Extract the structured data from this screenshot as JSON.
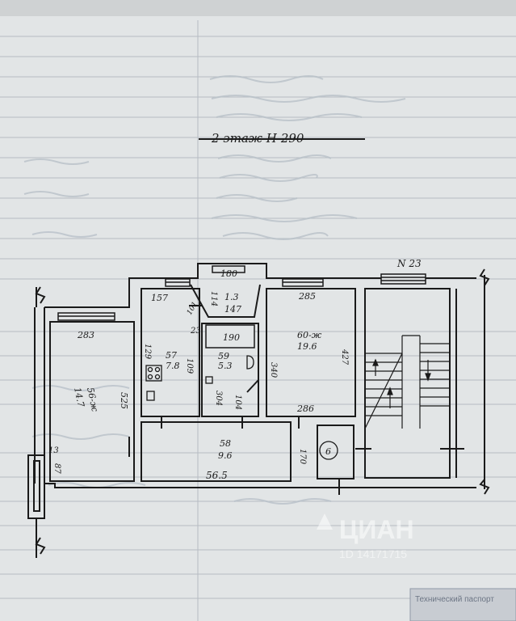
{
  "sheet": {
    "title": "2 этаж Н-290",
    "apartment_no": "N 23",
    "stamp_text": "Технический паспорт"
  },
  "rooms": [
    {
      "id": "58",
      "area": "9.6",
      "width": "56.5",
      "depth": "170"
    },
    {
      "id": "56-ж",
      "area": "14.7",
      "top": "283",
      "side": "525"
    },
    {
      "id": "57",
      "area": "7.8",
      "top": "157",
      "side": "109",
      "left": "129"
    },
    {
      "id": "",
      "area": "1.3",
      "top": "180",
      "bottom": "147",
      "left": "114"
    },
    {
      "id": "59",
      "area": "5.3",
      "inner": "190",
      "side_a": "304",
      "side_b": "104"
    },
    {
      "id": "60-ж",
      "area": "19.6",
      "top": "285",
      "bottom": "286",
      "left": "340",
      "right": "427"
    }
  ],
  "misc_dimensions": [
    "13",
    "87",
    "23",
    "101"
  ],
  "symbols": {
    "stairs": "stairs-icon",
    "stove": "stove-icon",
    "toilet": "toilet-icon",
    "chimney": "6"
  },
  "watermark": "ЦИАН",
  "watermark_sub": "1D 14171715"
}
